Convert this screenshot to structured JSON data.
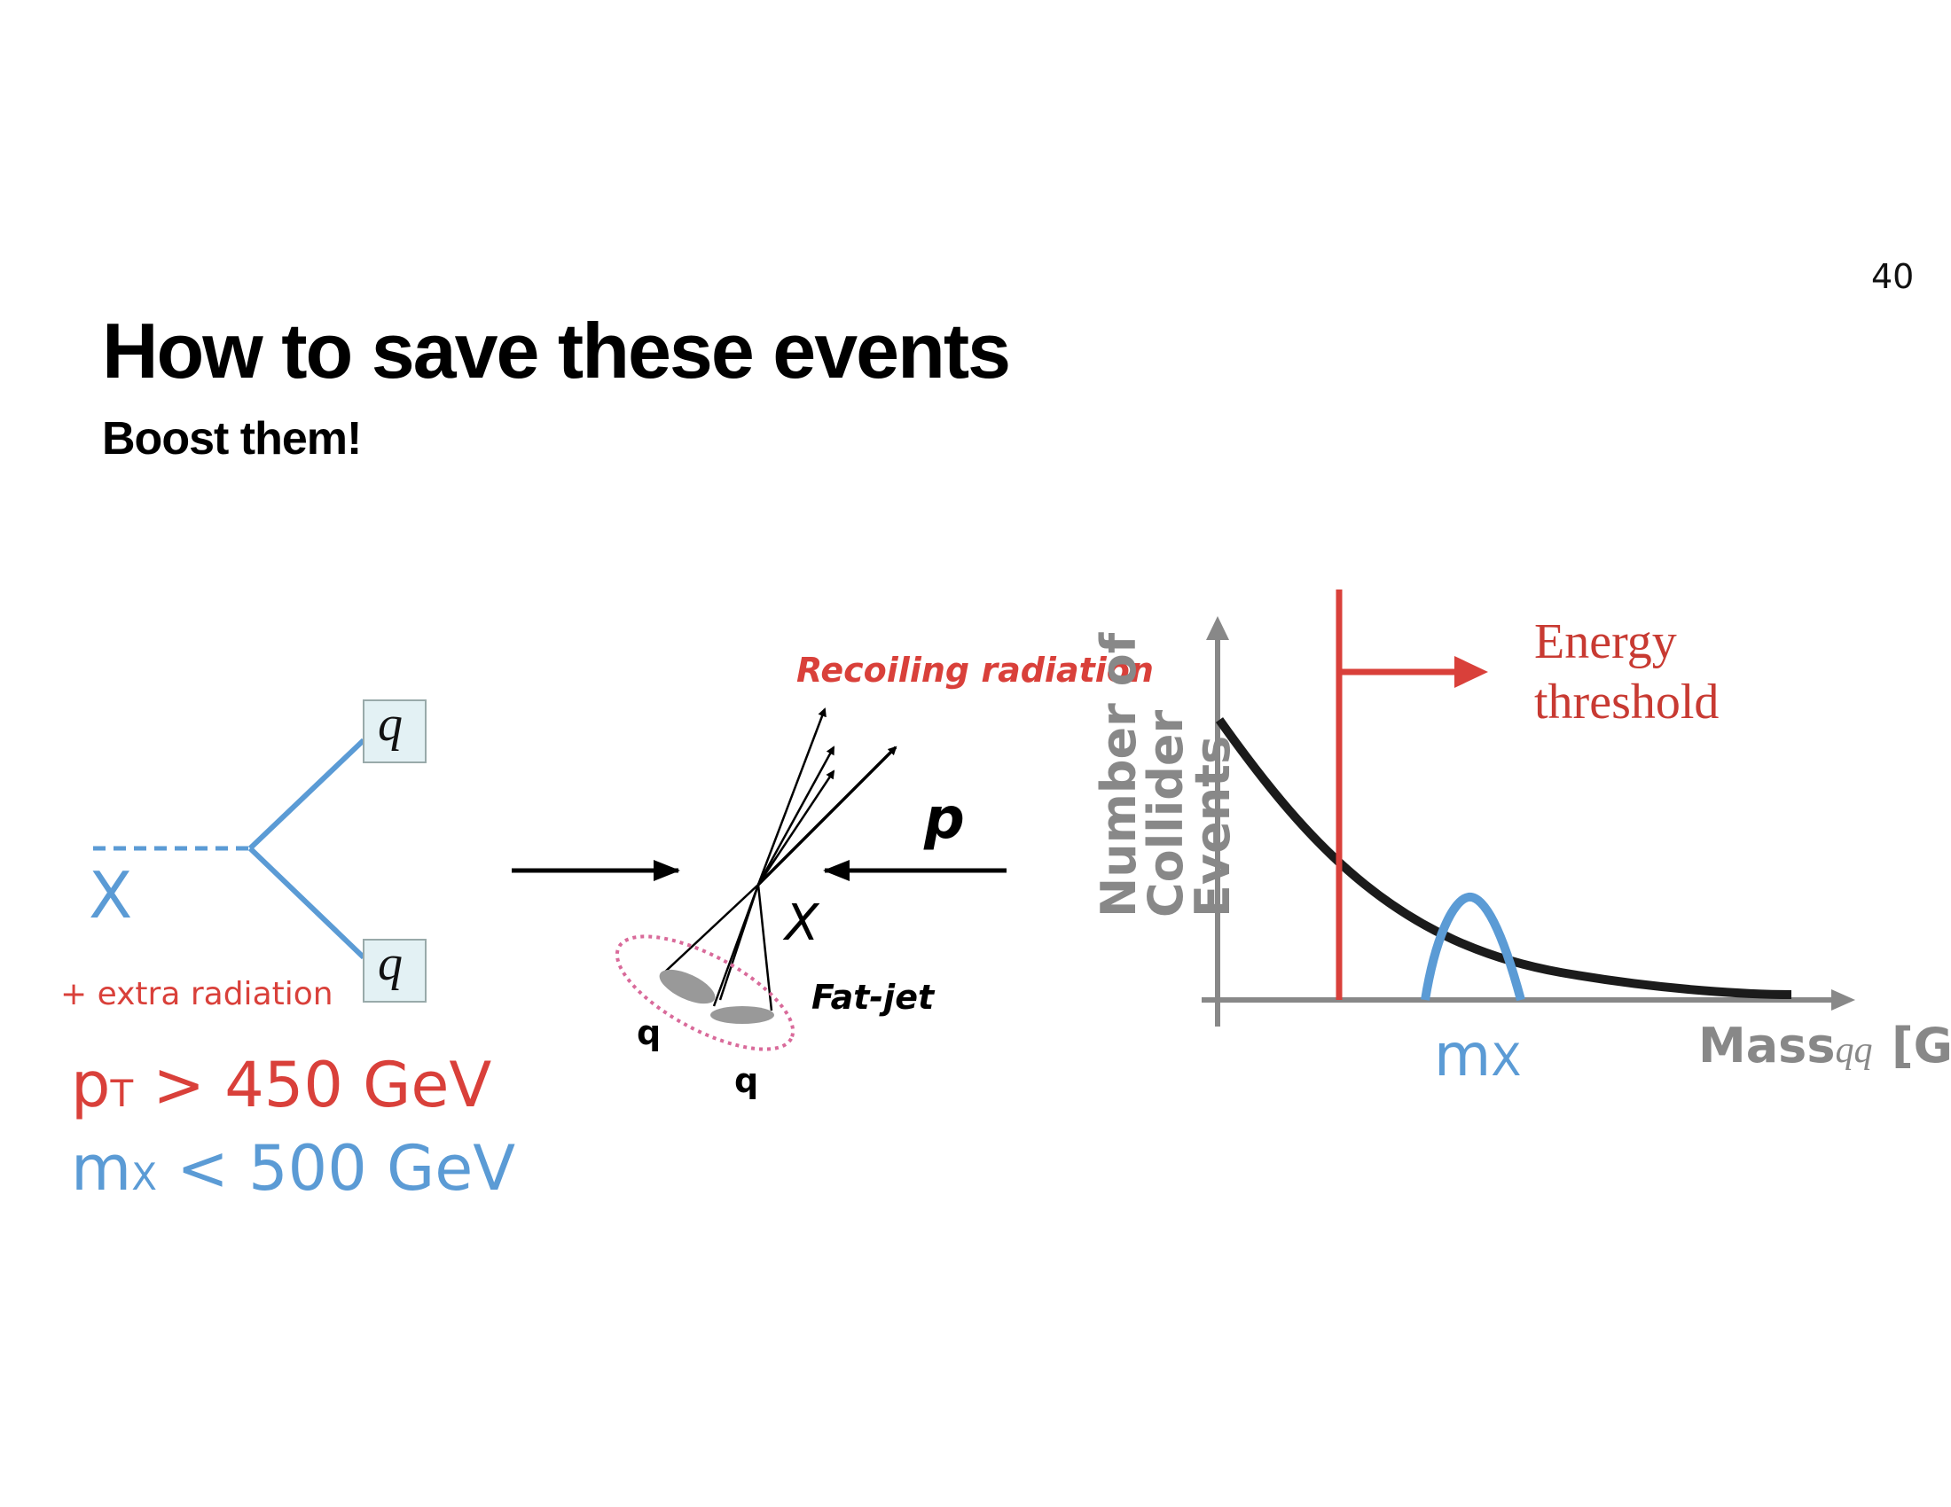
{
  "page_number": "40",
  "title": "How to save these events",
  "subtitle": "Boost them!",
  "feynman": {
    "x_label": "X",
    "q_top": "q",
    "q_bottom": "q",
    "extra_radiation": "+ extra radiation"
  },
  "cuts": {
    "pt_p": "p",
    "pt_sub": "T",
    "pt_rest": " > 450 GeV",
    "mx_m": "m",
    "mx_sub": "X",
    "mx_rest": " < 500 GeV"
  },
  "collision": {
    "recoiling_radiation": "Recoiling radiation",
    "p_label": "p",
    "x_label": "X",
    "fat_jet": "Fat-jet",
    "q1": "q",
    "q2": "q"
  },
  "plot": {
    "ylabel_line1": "Number of",
    "ylabel_line2": "Collider",
    "ylabel_line3": "Events",
    "xlabel": "Mass",
    "xlabel_sub": "qq",
    "xlabel_unit": "[Ge",
    "threshold_line1": "Energy",
    "threshold_line2": "threshold",
    "peak_m": "m",
    "peak_sub": "X"
  },
  "colors": {
    "red": "#d9403a",
    "blue": "#5b9bd5",
    "gray": "#888888",
    "box_fill": "#e3f1f4",
    "ellipse_pink": "#d96a9a"
  }
}
